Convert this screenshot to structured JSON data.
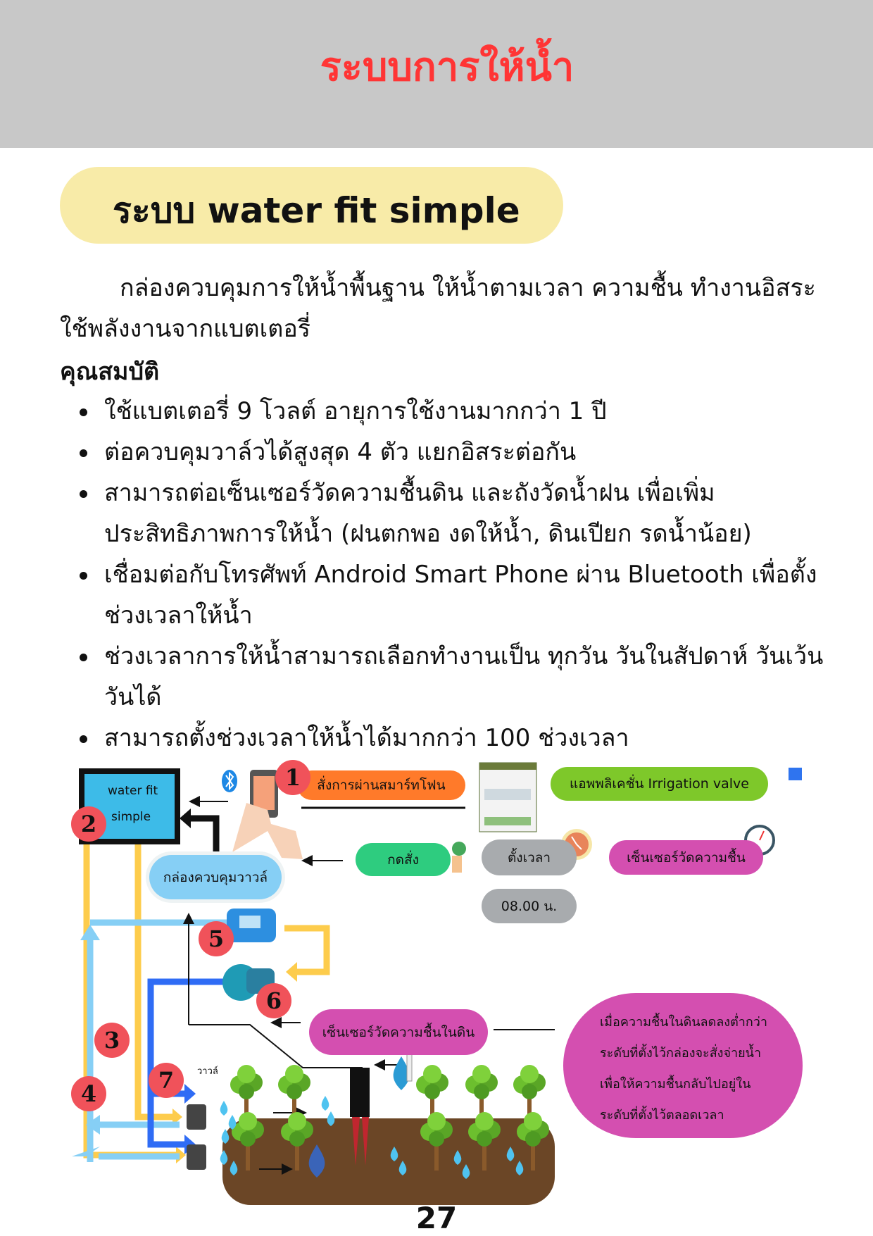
{
  "header": {
    "title": "ระบบการให้น้ำ"
  },
  "section": {
    "title": "ระบบ water fit simple"
  },
  "intro": "กล่องควบคุมการให้น้ำพื้นฐาน ให้น้ำตามเวลา ความชื้น ทำงานอิสระ ใช้พลังงานจากแบตเตอรี่",
  "features": {
    "heading": "คุณสมบัติ",
    "items": [
      "ใช้แบตเตอรี่ 9 โวลต์ อายุการใช้งานมากกว่า 1 ปี",
      "ต่อควบคุมวาล์วได้สูงสุด 4 ตัว แยกอิสระต่อกัน",
      "สามารถต่อเซ็นเซอร์วัดความชื้นดิน และถังวัดน้ำฝน เพื่อเพิ่มประสิทธิภาพการให้น้ำ (ฝนตกพอ งดให้น้ำ, ดินเปียก รดน้ำน้อย)",
      "เชื่อมต่อกับโทรศัพท์ Android Smart Phone ผ่าน Bluetooth เพื่อตั้งช่วงเวลาให้น้ำ",
      "ช่วงเวลาการให้น้ำสามารถเลือกทำงานเป็น ทุกวัน วันในสัปดาห์ วันเว้นวันได้",
      "สามารถตั้งช่วงเวลาให้น้ำได้มากกว่า 100 ช่วงเวลา"
    ]
  },
  "diagram": {
    "device_line1": "water fit",
    "device_line2": "simple",
    "smartphone_command": "สั่งการผ่านสมาร์ทโฟน",
    "app": "แอพพลิเคชั่น Irrigation valve",
    "press": "กดสั่ง",
    "set_time": "ตั้งเวลา",
    "time_value": "08.00 น.",
    "moisture_sensor": "เซ็นเซอร์วัดความชื้น",
    "valve_box": "กล่องควบคุมวาวล์",
    "soil_sensor": "เซ็นเซอร์วัดความชื้นในดิน",
    "valve_label": "วาวล์",
    "explanation": [
      "เมื่อความชื้นในดินลดลงต่ำกว่า",
      "ระดับที่ตั้งไว้กล่องจะสั่งจ่ายน้ำ",
      "เพื่อให้ความชื้นกลับไปอยู่ใน",
      "ระดับที่ตั้งไว้ตลอดเวลา"
    ],
    "numbers": [
      "1",
      "2",
      "3",
      "4",
      "5",
      "6",
      "7"
    ],
    "colors": {
      "orange": "#ff7a2a",
      "green": "#7ec82a",
      "teal_green": "#2ecc7f",
      "gray": "#a8abae",
      "magenta": "#d44fb0",
      "light_blue": "#86cff5",
      "soil": "#6b4626"
    }
  },
  "page_number": "27"
}
